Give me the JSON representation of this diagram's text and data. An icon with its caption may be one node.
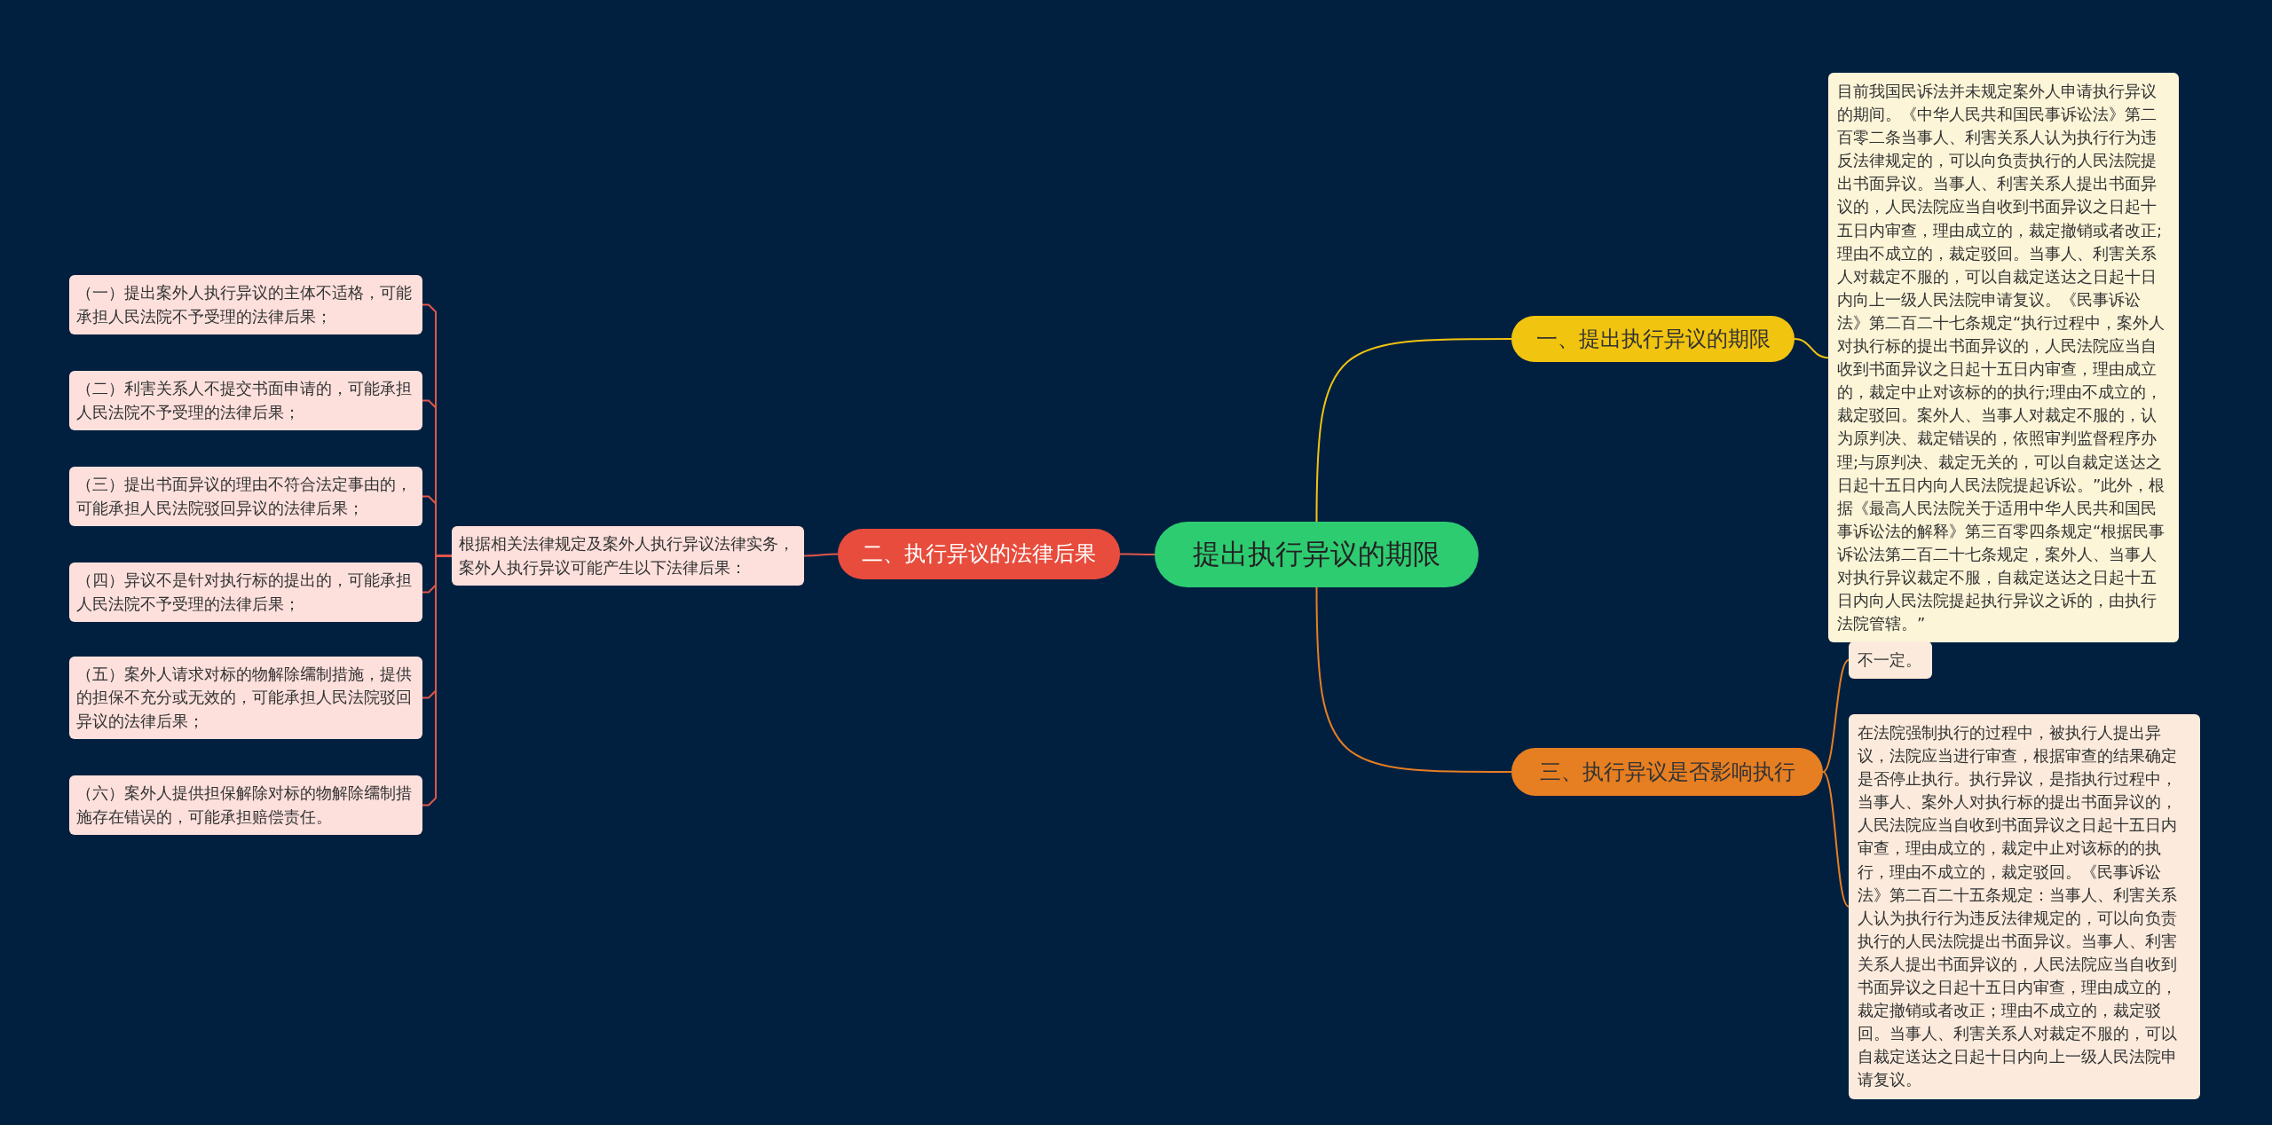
{
  "diagram": {
    "nodes": [
      {
        "text": [
          "提出执行异议的期限"
        ]
      },
      {
        "text": [
          "一、提出执行异议的期限"
        ]
      },
      {
        "text": [
          "目前我国民诉法并未规定案外人申请执行异议的期间。《中华人民共和国民事诉讼法》第二百零二条当事人、利害关系人认为执行行为违反法律规定的，可以向负责执行的人民法院提出书面异议。当事人、利害关系人提出书面异议的，人民法院应当自收到书面异议之日起十五日内审查，理由成立的，裁定撤销或者改正;理由不成立的，裁定驳回。当事人、利害关系人对裁定不服的，可以自裁定送达之日起十日内向上一级人民法院申请复议。《民事诉讼法》第二百二十七条规定“执行过程中，案外人对执行标的提出书面异议的，人民法院应当自收到书面异议之日起十五日内审查，理由成立的，裁定中止对该标的的执行;理由不成立的，裁定驳回。案外人、当事人对裁定不服的，认为原判决、裁定错误的，依照审判监督程序办理;与原判决、裁定无关的，可以自裁定送达之日起十五日内向人民法院提起诉讼。”此外，根据《最高人民法院关于适用中华人民共和国民事诉讼法的解释》第三百零四条规定“根据民事诉讼法第二百二十七条规定，案外人、当事人对执行异议裁定不服，自裁定送达之日起十五日内向人民法院提起执行异议之诉的，由执行法院管辖。”"
        ]
      },
      {
        "text": [
          "二、执行异议的法律后果"
        ]
      },
      {
        "text": [
          "根据相关法律规定及案外人执行异议法律实务，案外人执行异议可能产生以下法律后果："
        ]
      },
      {
        "text": [
          "（一）提出案外人执行异议的主体不适格，可能承担人民法院不予受理的法律后果；"
        ]
      },
      {
        "text": [
          "（二）利害关系人不提交书面申请的，可能承担人民法院不予受理的法律后果；"
        ]
      },
      {
        "text": [
          "（三）提出书面异议的理由不符合法定事由的，可能承担人民法院驳回异议的法律后果；"
        ]
      },
      {
        "text": [
          "（四）异议不是针对执行标的提出的，可能承担人民法院不予受理的法律后果；"
        ]
      },
      {
        "text": [
          "（五）案外人请求对标的物解除𦈡制措施，提供的担保不充分或无效的，可能承担人民法院驳回异议的法律后果；"
        ]
      },
      {
        "text": [
          "（六）案外人提供担保解除对标的物解除𦈡制措施存在错误的，可能承担赔偿责任。"
        ]
      },
      {
        "text": [
          "三、执行异议是否影响执行"
        ]
      },
      {
        "text": [
          "不一定。"
        ]
      },
      {
        "text": [
          "在法院强制执行的过程中，被执行人提出异议，法院应当进行审查，根据审查的结果确定是否停止执行。执行异议，是指执行过程中，当事人、案外人对执行标的提出书面异议的，人民法院应当自收到书面异议之日起十五日内审查，理由成立的，裁定中止对该标的的执行，理由不成立的，裁定驳回。《民事诉讼法》第二百二十五条规定：当事人、利害关系人认为执行行为违反法律规定的，可以向负责执行的人民法院提出书面异议。当事人、利害关系人提出书面异议的，人民法院应当自收到书面异议之日起十五日内审查，理由成立的，裁定撤销或者改正；理由不成立的，裁定驳回。当事人、利害关系人对裁定不服的，可以自裁定送达之日起十日内向上一级人民法院申请复议。"
        ]
      }
    ],
    "edges": [
      {
        "from": 0,
        "to": 1,
        "arrow": "none",
        "color": "#f1c40f"
      },
      {
        "from": 1,
        "to": 2,
        "arrow": "none",
        "color": "#f1c40f"
      },
      {
        "from": 0,
        "to": 3,
        "arrow": "none"
      },
      {
        "from": 3,
        "to": 4,
        "arrow": "none"
      },
      {
        "from": 4,
        "to": 5,
        "arrow": "none"
      },
      {
        "from": 4,
        "to": 6,
        "arrow": "none"
      },
      {
        "from": 4,
        "to": 7,
        "arrow": "none"
      },
      {
        "from": 4,
        "to": 8,
        "arrow": "none"
      },
      {
        "from": 4,
        "to": 9,
        "arrow": "none"
      },
      {
        "from": 4,
        "to": 10,
        "arrow": "none"
      },
      {
        "from": 0,
        "to": 11,
        "arrow": "none",
        "color": "#e67e22"
      },
      {
        "from": 11,
        "to": 12,
        "arrow": "none",
        "color": "#e67e22"
      },
      {
        "from": 11,
        "to": 13,
        "arrow": "none",
        "color": "#e67e22"
      }
    ]
  }
}
